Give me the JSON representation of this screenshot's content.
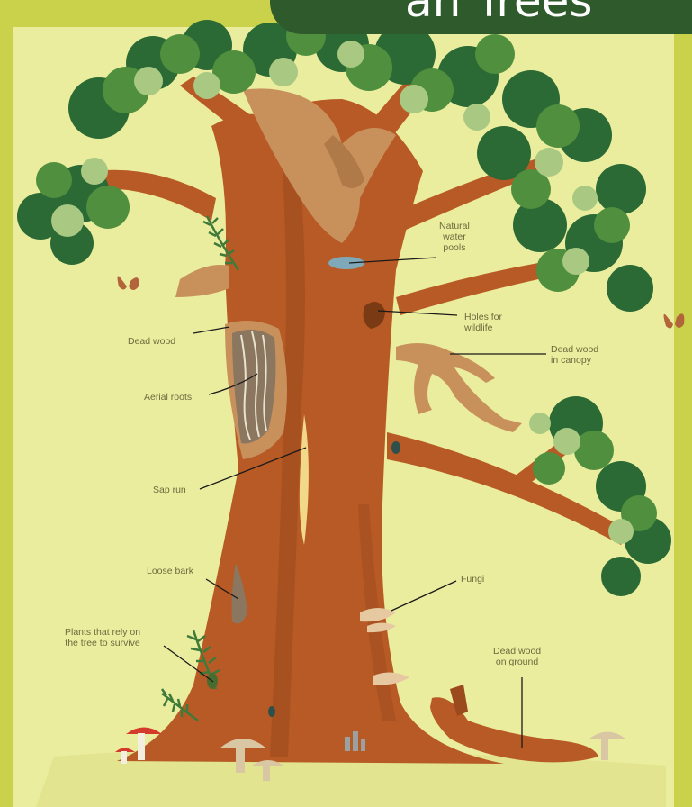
{
  "title": {
    "text": "an Trees"
  },
  "labels": {
    "water_pools": "Natural\nwater\npools",
    "holes": "Holes for\nwildlife",
    "dead_canopy": "Dead wood\nin canopy",
    "dead_wood": "Dead wood",
    "aerial_roots": "Aerial roots",
    "sap_run": "Sap run",
    "loose_bark": "Loose bark",
    "fungi": "Fungi",
    "plants": "Plants that rely on\nthe tree to survive",
    "dead_ground": "Dead wood\non ground"
  },
  "colors": {
    "background": "#e9ea9a",
    "panel": "#eef0a4",
    "border": "#c9d24a",
    "trunk": "#b85a25",
    "trunk_dark": "#9b4a1d",
    "dead_wood": "#c8915c",
    "leaf_dark": "#2b6a35",
    "leaf_mid": "#4f8f3e",
    "leaf_light": "#a9c983",
    "water": "#7fa9b8",
    "banner": "#2f5a2c"
  }
}
